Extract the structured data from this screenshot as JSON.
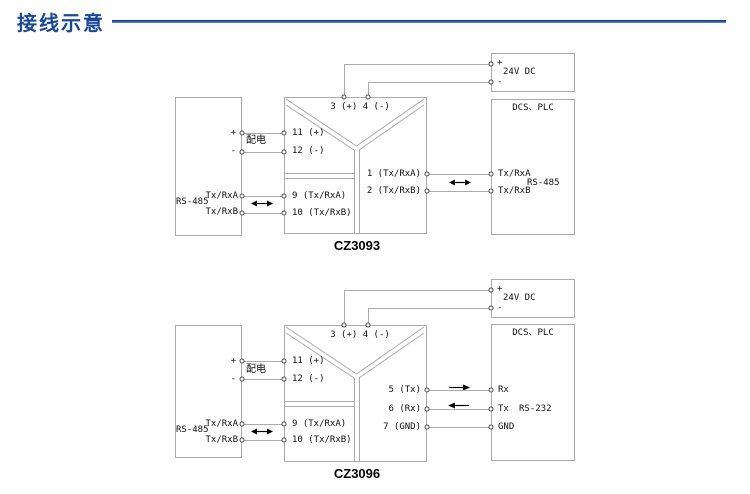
{
  "header": {
    "title": "接线示意"
  },
  "colors": {
    "accent": "#17479e",
    "line_border": "#ababab",
    "text": "#111111"
  },
  "diagrams": [
    {
      "model": "CZ3093",
      "source": {
        "interface": "RS-485",
        "plus": "+",
        "minus": "-",
        "power_label": "配电",
        "line_a": "Tx/RxA",
        "line_b": "Tx/RxB"
      },
      "device": {
        "top_terminals": "3 (+) 4 (-)",
        "left_terminals": [
          "11 (+)",
          "12 (-)",
          "9 (Tx/RxA)",
          "10 (Tx/RxB)"
        ],
        "right_terminals": [
          "1 (Tx/RxA)",
          "2 (Tx/RxB)"
        ]
      },
      "power_supply": {
        "plus": "+",
        "label": "24V DC",
        "minus": "-"
      },
      "host": {
        "title": "DCS、PLC",
        "interface": "RS-485",
        "terminals": [
          "Tx/RxA",
          "Tx/RxB"
        ]
      }
    },
    {
      "model": "CZ3096",
      "source": {
        "interface": "RS-485",
        "plus": "+",
        "minus": "-",
        "power_label": "配电",
        "line_a": "Tx/RxA",
        "line_b": "Tx/RxB"
      },
      "device": {
        "top_terminals": "3 (+) 4 (-)",
        "left_terminals": [
          "11 (+)",
          "12 (-)",
          "9 (Tx/RxA)",
          "10 (Tx/RxB)"
        ],
        "right_terminals": [
          "5 (Tx)",
          "6 (Rx)",
          "7 (GND)"
        ]
      },
      "power_supply": {
        "plus": "+",
        "label": "24V DC",
        "minus": "-"
      },
      "host": {
        "title": "DCS、PLC",
        "interface": "RS-232",
        "terminals": [
          "Rx",
          "Tx",
          "GND"
        ]
      }
    }
  ]
}
